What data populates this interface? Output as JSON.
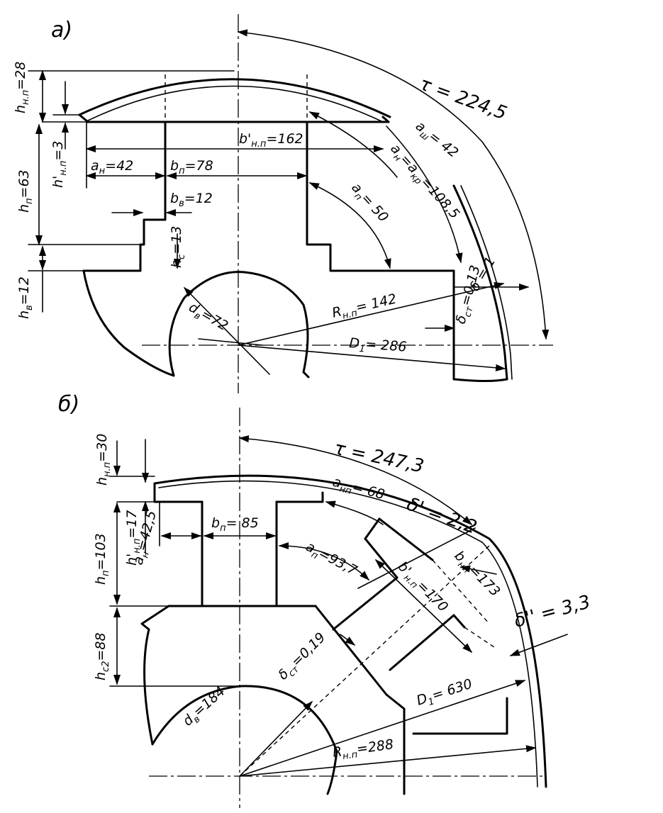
{
  "panel_a": {
    "label": "а)",
    "dims": {
      "tau": "τ = 224,5",
      "h_np": "h",
      "h_np_sub": "н.п",
      "h_np_val": "=28",
      "h_np2": "h'",
      "h_np2_sub": "н.п",
      "h_np2_val": "=3",
      "h_p": "h",
      "h_p_sub": "п",
      "h_p_val": "=63",
      "h_v": "h",
      "h_v_sub": "в",
      "h_v_val": "=12",
      "b_np": "b'",
      "b_np_sub": "н.п",
      "b_np_val": "=162",
      "a_n": "a",
      "a_n_sub": "н",
      "a_n_val": "=42",
      "b_p": "b",
      "b_p_sub": "п",
      "b_p_val": "=78",
      "b_v": "b",
      "b_v_sub": "в",
      "b_v_val": "=12",
      "h_c": "h",
      "h_c_sub": "c",
      "h_c_val": "=13",
      "a_sh": "a",
      "a_sh_sub": "ш",
      "a_sh_val": "= 42",
      "a_kp": "a",
      "a_kp_sub": "н",
      "a_kp_val": "=a",
      "a_kp_sub2": "кр",
      "a_kp_val2": "=108,5",
      "a_p": "a",
      "a_p_sub": "п",
      "a_p_val": "= 50",
      "delta": "δ = 1",
      "delta_st": "δ",
      "delta_st_sub": "ст",
      "delta_st_val": "=0,13",
      "R_np": "R",
      "R_np_sub": "н.п",
      "R_np_val": "= 142",
      "d_v": "d",
      "d_v_sub": "в",
      "d_v_val": "=72",
      "D1": "D",
      "D1_sub": "1",
      "D1_val": "= 286"
    }
  },
  "panel_b": {
    "label": "б)",
    "dims": {
      "tau": "τ = 247,3",
      "h_np": "h",
      "h_np_sub": "н.п",
      "h_np_val": "=30",
      "h_np2": "h'",
      "h_np2_sub": "н.п",
      "h_np2_val": "=17",
      "h_p": "h",
      "h_p_sub": "п",
      "h_p_val": "=103",
      "h_c2": "h",
      "h_c2_sub": "c2",
      "h_c2_val": "=88",
      "a_n": "a",
      "a_n_sub": "н",
      "a_n_val": "=42,5",
      "b_p": "b",
      "b_p_sub": "п",
      "b_p_val": "= 85",
      "a_np": "a",
      "a_np_sub": "нп",
      "a_np_val": "= 68",
      "delta1": "δ' = 2,2",
      "b_np": "b",
      "b_np_sub": "нп",
      "b_np_val": "=173",
      "a_p": "a",
      "a_p_sub": "п",
      "a_p_val": "=93,7",
      "b_np2": "b'",
      "b_np2_sub": "н.п",
      "b_np2_val": "=170",
      "delta2": "δ'' = 3,3",
      "delta_st": "δ",
      "delta_st_sub": "ст",
      "delta_st_val": "=0,19",
      "D1": "D",
      "D1_sub": "1",
      "D1_val": "= 630",
      "d_v": "d",
      "d_v_sub": "в",
      "d_v_val": "=184",
      "R_np": "R",
      "R_np_sub": "н.п",
      "R_np_val": "=288"
    }
  }
}
